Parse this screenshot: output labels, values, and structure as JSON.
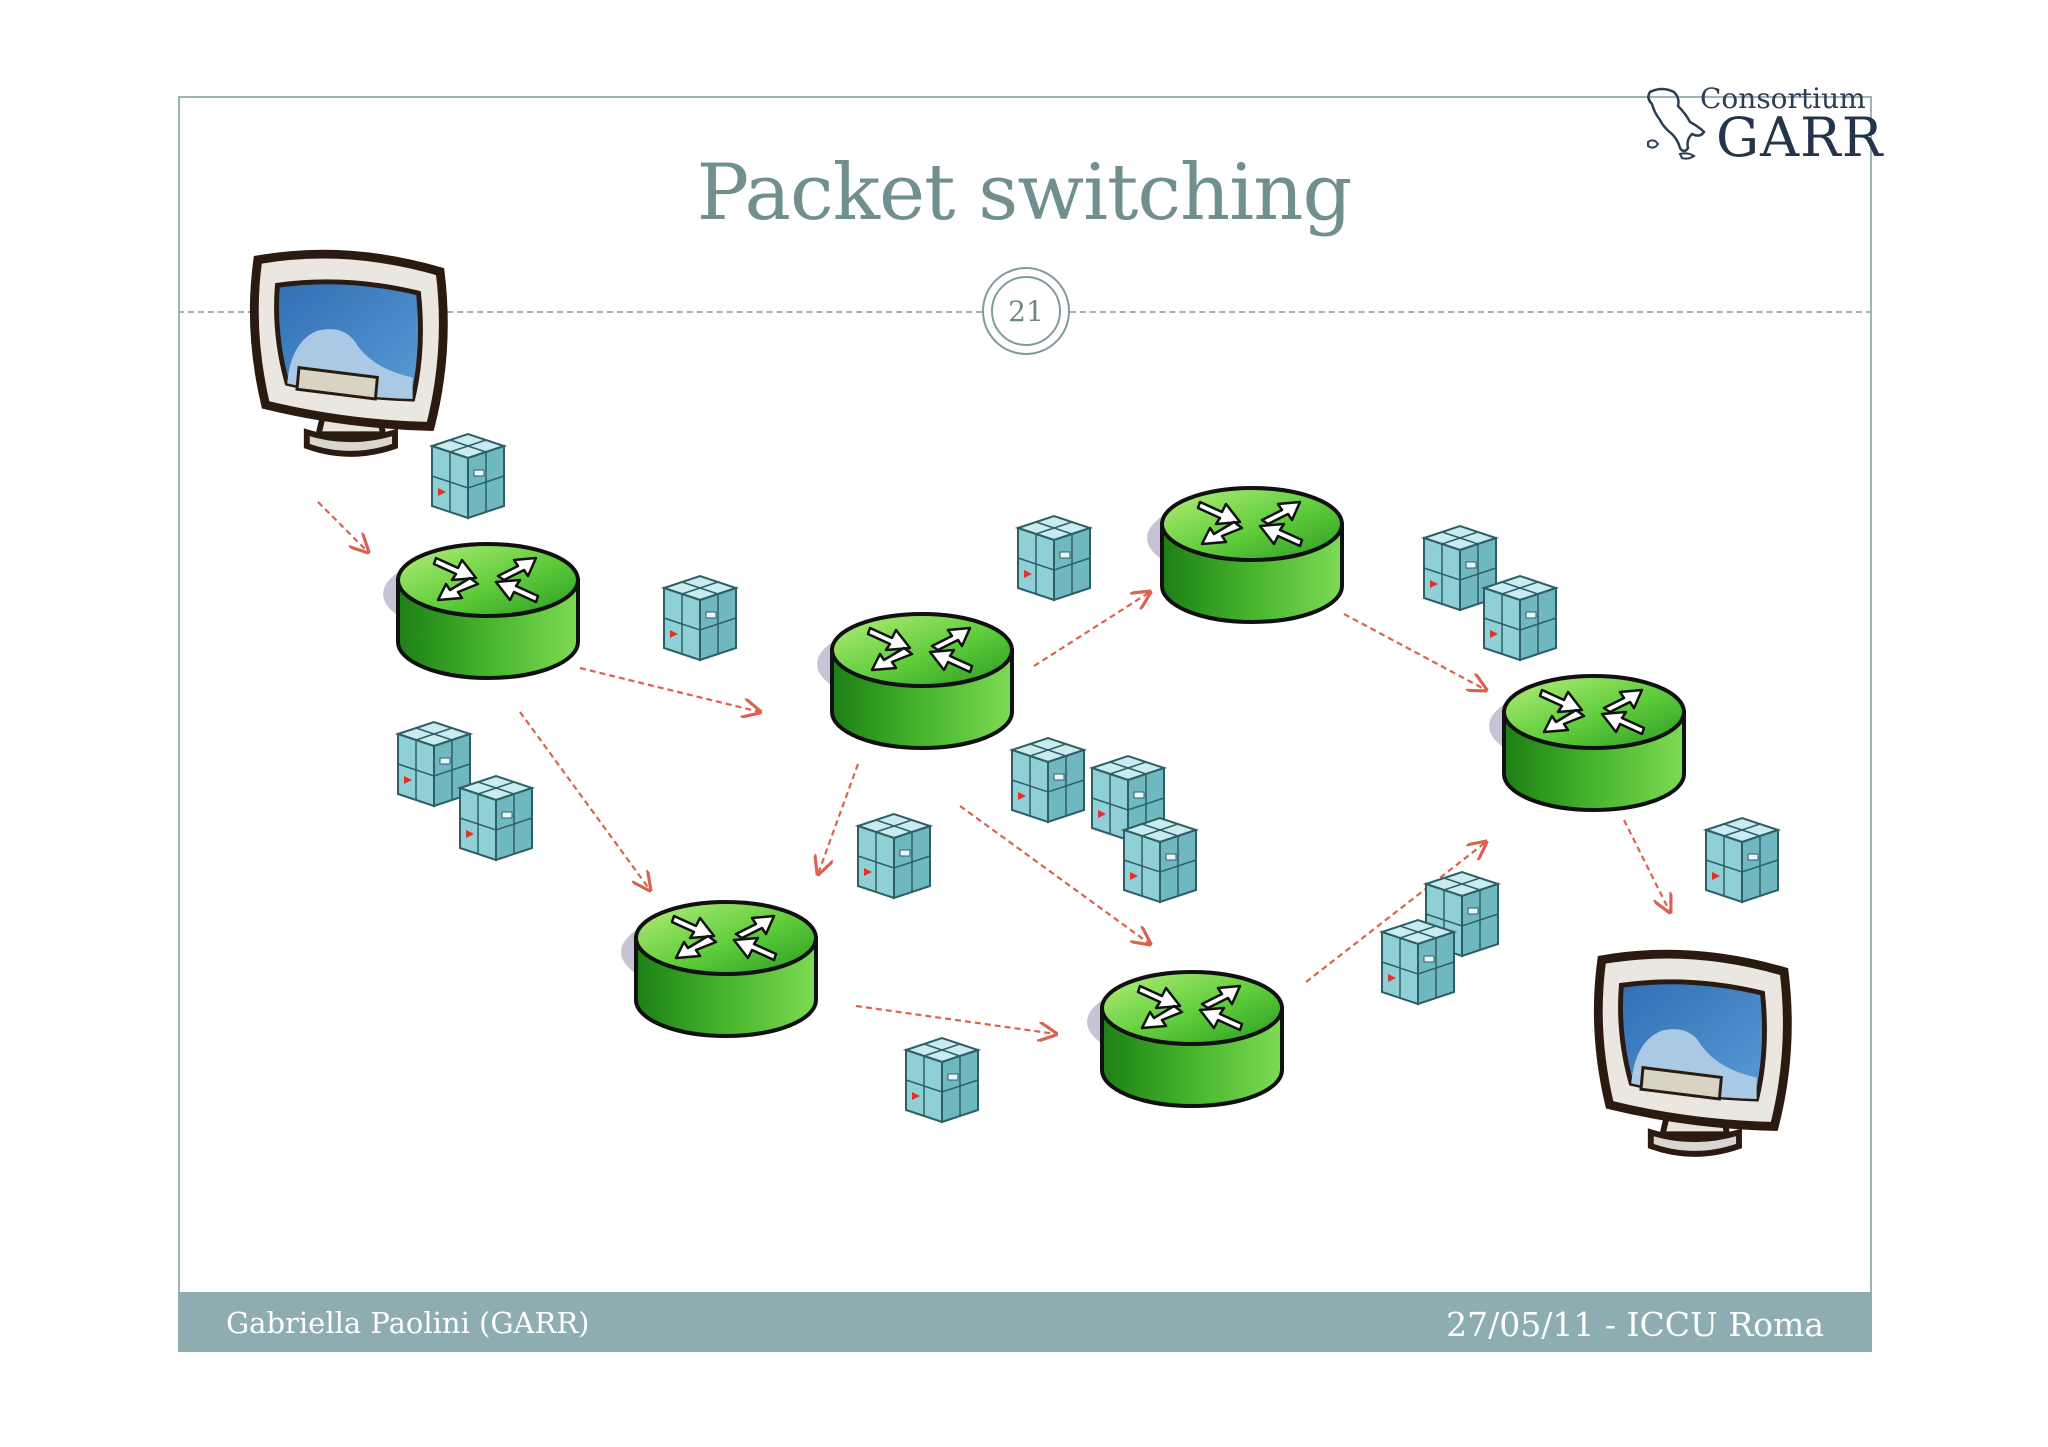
{
  "slide": {
    "title": "Packet switching",
    "page_number": "21",
    "footer_left": "Gabriella Paolini (GARR)",
    "footer_right": "27/05/11 - ICCU Roma"
  },
  "logo": {
    "line1": "Consortium",
    "line2": "GARR"
  },
  "diagram": {
    "nodes": [
      {
        "id": "computer-source",
        "kind": "computer"
      },
      {
        "id": "router-1",
        "kind": "router"
      },
      {
        "id": "router-2",
        "kind": "router"
      },
      {
        "id": "router-3",
        "kind": "router"
      },
      {
        "id": "router-4",
        "kind": "router"
      },
      {
        "id": "router-5",
        "kind": "router"
      },
      {
        "id": "router-6",
        "kind": "router"
      },
      {
        "id": "computer-destination",
        "kind": "computer"
      }
    ],
    "links": [
      {
        "from": "computer-source",
        "to": "router-1"
      },
      {
        "from": "router-1",
        "to": "router-2"
      },
      {
        "from": "router-1",
        "to": "router-4"
      },
      {
        "from": "router-2",
        "to": "router-3"
      },
      {
        "from": "router-2",
        "to": "router-4"
      },
      {
        "from": "router-2",
        "to": "router-5"
      },
      {
        "from": "router-4",
        "to": "router-5"
      },
      {
        "from": "router-3",
        "to": "router-6"
      },
      {
        "from": "router-5",
        "to": "router-6"
      },
      {
        "from": "router-6",
        "to": "computer-destination"
      }
    ],
    "colors": {
      "router_green": "#4fc233",
      "router_dark": "#1f8a18",
      "packet_teal": "#8fd0d6",
      "arrow_red": "#d9634f",
      "screen_blue": "#3c7fc1"
    }
  }
}
